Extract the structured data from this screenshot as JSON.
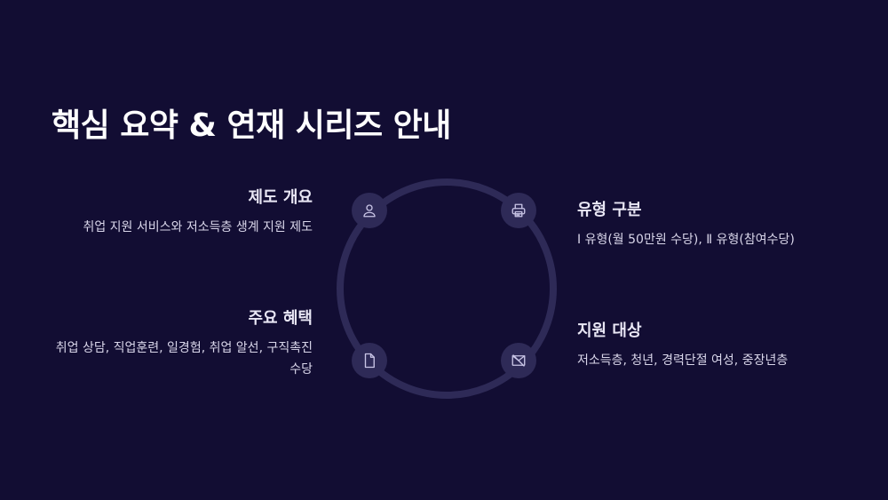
{
  "title": "핵심 요약 & 연재 시리즈 안내",
  "items": [
    {
      "heading": "제도 개요",
      "desc": "취업 지원 서비스와 저소득층 생계 지원 제도",
      "icon": "person-icon"
    },
    {
      "heading": "유형 구분",
      "desc": "Ⅰ 유형(월 50만원 수당), Ⅱ 유형(참여수당)",
      "icon": "printer-icon"
    },
    {
      "heading": "주요 혜택",
      "desc": "취업 상담, 직업훈련, 일경험, 취업 알선, 구직촉진수당",
      "icon": "document-icon"
    },
    {
      "heading": "지원 대상",
      "desc": "저소득층, 청년, 경력단절 여성, 중장년층",
      "icon": "crossed-envelope-icon"
    }
  ],
  "colors": {
    "background": "#120d33",
    "ring": "#2e2a57",
    "icon": "#c9c5e6"
  }
}
